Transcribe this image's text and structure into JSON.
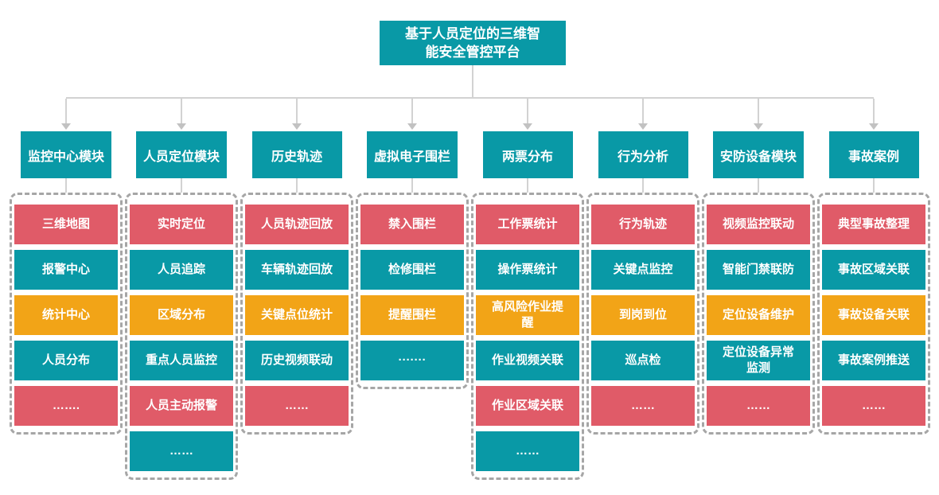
{
  "title": "基于人员定位的三维智能安全管控平台",
  "colors": {
    "teal": "#0999A6",
    "red": "#E05B68",
    "orange": "#F2A417",
    "dash_border": "#A6A6A6",
    "line": "#D2D2D2",
    "arrow": "#C2C2C2"
  },
  "columns": [
    {
      "header": "监控中心模块",
      "items": [
        {
          "label": "三维地图",
          "color": "red"
        },
        {
          "label": "报警中心",
          "color": "teal"
        },
        {
          "label": "统计中心",
          "color": "orange"
        },
        {
          "label": "人员分布",
          "color": "teal"
        },
        {
          "label": "…….",
          "color": "red"
        }
      ]
    },
    {
      "header": "人员定位模块",
      "items": [
        {
          "label": "实时定位",
          "color": "red"
        },
        {
          "label": "人员追踪",
          "color": "teal"
        },
        {
          "label": "区域分布",
          "color": "orange"
        },
        {
          "label": "重点人员监控",
          "color": "teal"
        },
        {
          "label": "人员主动报警",
          "color": "red"
        },
        {
          "label": "……",
          "color": "teal"
        }
      ]
    },
    {
      "header": "历史轨迹",
      "items": [
        {
          "label": "人员轨迹回放",
          "color": "red"
        },
        {
          "label": "车辆轨迹回放",
          "color": "teal"
        },
        {
          "label": "关键点位统计",
          "color": "orange"
        },
        {
          "label": "历史视频联动",
          "color": "teal"
        },
        {
          "label": "……",
          "color": "red"
        }
      ]
    },
    {
      "header": "虚拟电子围栏",
      "items": [
        {
          "label": "禁入围栏",
          "color": "red"
        },
        {
          "label": "检修围栏",
          "color": "teal"
        },
        {
          "label": "提醒围栏",
          "color": "orange"
        },
        {
          "label": "·······",
          "color": "teal"
        }
      ]
    },
    {
      "header": "两票分布",
      "items": [
        {
          "label": "工作票统计",
          "color": "red"
        },
        {
          "label": "操作票统计",
          "color": "teal"
        },
        {
          "label": "高风险作业提醒",
          "color": "orange"
        },
        {
          "label": "作业视频关联",
          "color": "teal"
        },
        {
          "label": "作业区域关联",
          "color": "red"
        },
        {
          "label": "……",
          "color": "teal"
        }
      ]
    },
    {
      "header": "行为分析",
      "items": [
        {
          "label": "行为轨迹",
          "color": "red"
        },
        {
          "label": "关键点监控",
          "color": "teal"
        },
        {
          "label": "到岗到位",
          "color": "orange"
        },
        {
          "label": "巡点检",
          "color": "teal"
        },
        {
          "label": "……",
          "color": "red"
        }
      ]
    },
    {
      "header": "安防设备模块",
      "items": [
        {
          "label": "视频监控联动",
          "color": "red"
        },
        {
          "label": "智能门禁联防",
          "color": "teal"
        },
        {
          "label": "定位设备维护",
          "color": "orange"
        },
        {
          "label": "定位设备异常监测",
          "color": "teal"
        },
        {
          "label": "……",
          "color": "red"
        }
      ]
    },
    {
      "header": "事故案例",
      "items": [
        {
          "label": "典型事故整理",
          "color": "red"
        },
        {
          "label": "事故区域关联",
          "color": "teal"
        },
        {
          "label": "事故设备关联",
          "color": "orange"
        },
        {
          "label": "事故案例推送",
          "color": "teal"
        },
        {
          "label": "……",
          "color": "red"
        }
      ]
    }
  ]
}
